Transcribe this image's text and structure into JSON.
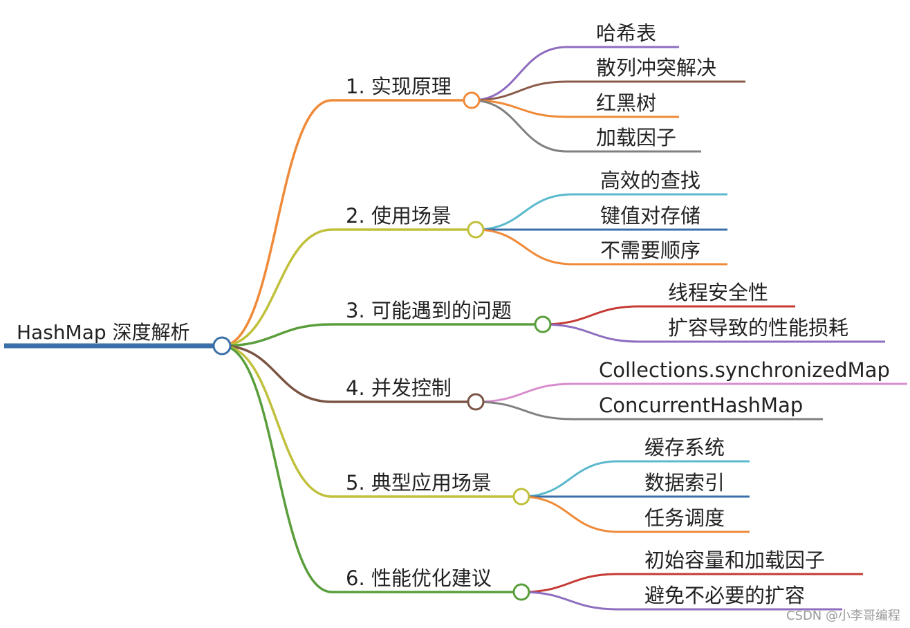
{
  "root": {
    "label": "HashMap 深度解析",
    "color": "#3a6fa8"
  },
  "branches": [
    {
      "label": "1. 实现原理",
      "color": "#ef8a39",
      "children": [
        {
          "label": "哈希表",
          "color": "#8e6cbf"
        },
        {
          "label": "散列冲突解决",
          "color": "#8a5a4a"
        },
        {
          "label": "红黑树",
          "color": "#ef8a39"
        },
        {
          "label": "加载因子",
          "color": "#808080"
        }
      ]
    },
    {
      "label": "2. 使用场景",
      "color": "#c0c03c",
      "children": [
        {
          "label": "高效的查找",
          "color": "#5ab9cc"
        },
        {
          "label": "键值对存储",
          "color": "#3a6fa8"
        },
        {
          "label": "不需要顺序",
          "color": "#ef8a39"
        }
      ]
    },
    {
      "label": "3. 可能遇到的问题",
      "color": "#5a9e3c",
      "children": [
        {
          "label": "线程安全性",
          "color": "#c53a32"
        },
        {
          "label": "扩容导致的性能损耗",
          "color": "#8e6cbf"
        }
      ]
    },
    {
      "label": "4. 并发控制",
      "color": "#7a5444",
      "children": [
        {
          "label": "Collections.synchronizedMap",
          "color": "#d88ccc"
        },
        {
          "label": "ConcurrentHashMap",
          "color": "#808080"
        }
      ]
    },
    {
      "label": "5. 典型应用场景",
      "color": "#c0c03c",
      "children": [
        {
          "label": "缓存系统",
          "color": "#5ab9cc"
        },
        {
          "label": "数据索引",
          "color": "#3a6fa8"
        },
        {
          "label": "任务调度",
          "color": "#ef8a39"
        }
      ]
    },
    {
      "label": "6. 性能优化建议",
      "color": "#5a9e3c",
      "children": [
        {
          "label": "初始容量和加载因子",
          "color": "#c53a32"
        },
        {
          "label": "避免不必要的扩容",
          "color": "#8e6cbf"
        }
      ]
    }
  ],
  "watermark": "CSDN @小李哥编程"
}
